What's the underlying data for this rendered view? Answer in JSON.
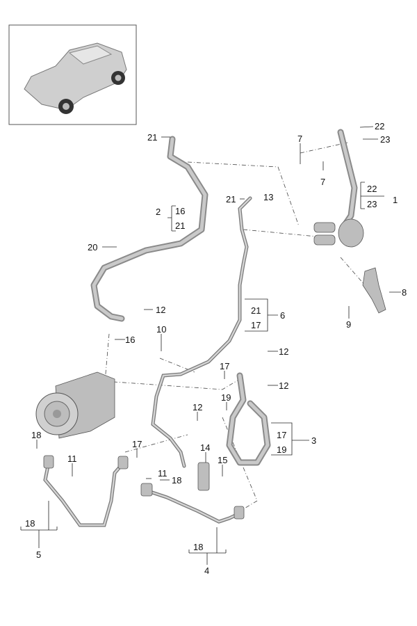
{
  "diagram": {
    "thumbnail_alt": "vehicle",
    "callouts": [
      {
        "label": "21"
      },
      {
        "label": "22"
      },
      {
        "label": "23"
      },
      {
        "label": "7"
      },
      {
        "label": "7"
      },
      {
        "label": "22"
      },
      {
        "label": "23"
      },
      {
        "label": "1"
      },
      {
        "label": "2"
      },
      {
        "label": "16"
      },
      {
        "label": "21"
      },
      {
        "label": "21"
      },
      {
        "label": "13"
      },
      {
        "label": "20"
      },
      {
        "label": "12"
      },
      {
        "label": "8"
      },
      {
        "label": "9"
      },
      {
        "label": "16"
      },
      {
        "label": "10"
      },
      {
        "label": "21"
      },
      {
        "label": "17"
      },
      {
        "label": "6"
      },
      {
        "label": "12"
      },
      {
        "label": "17"
      },
      {
        "label": "12"
      },
      {
        "label": "19"
      },
      {
        "label": "17"
      },
      {
        "label": "19"
      },
      {
        "label": "3"
      },
      {
        "label": "12"
      },
      {
        "label": "18"
      },
      {
        "label": "11"
      },
      {
        "label": "17"
      },
      {
        "label": "14"
      },
      {
        "label": "15"
      },
      {
        "label": "11"
      },
      {
        "label": "18"
      },
      {
        "label": "18"
      },
      {
        "label": "5"
      },
      {
        "label": "18"
      },
      {
        "label": "4"
      }
    ]
  }
}
